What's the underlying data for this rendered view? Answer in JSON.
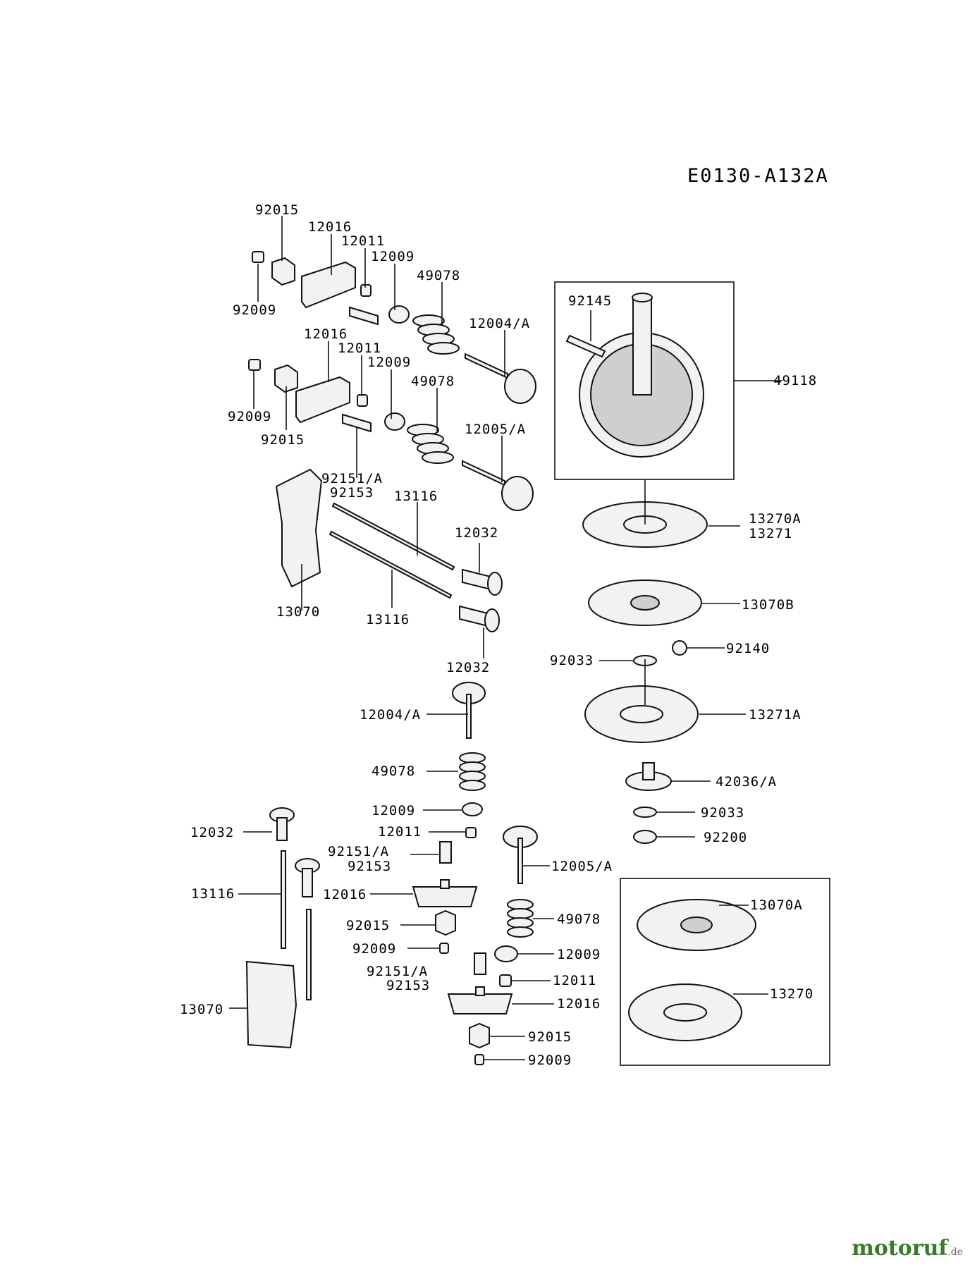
{
  "diagram_code": "E0130-A132A",
  "watermark": {
    "brand": "motoruf",
    "suffix": ".de"
  },
  "labels": [
    "92015",
    "12016",
    "12011",
    "12009",
    "49078",
    "92009",
    "12004/A",
    "12016",
    "12011",
    "12009",
    "49078",
    "92009",
    "92015",
    "12005/A",
    "92151/A",
    "92153",
    "13116",
    "12032",
    "13070",
    "13116",
    "12032",
    "92145",
    "49118",
    "13270A",
    "13271",
    "13070B",
    "92033",
    "92140",
    "13271A",
    "42036/A",
    "92033",
    "92200",
    "12004/A",
    "49078",
    "12009",
    "12011",
    "92151/A",
    "92153",
    "12016",
    "92015",
    "92009",
    "92151/A",
    "92153",
    "12005/A",
    "49078",
    "12009",
    "12011",
    "12016",
    "92015",
    "92009",
    "12032",
    "13116",
    "13070",
    "13070A",
    "13270"
  ]
}
